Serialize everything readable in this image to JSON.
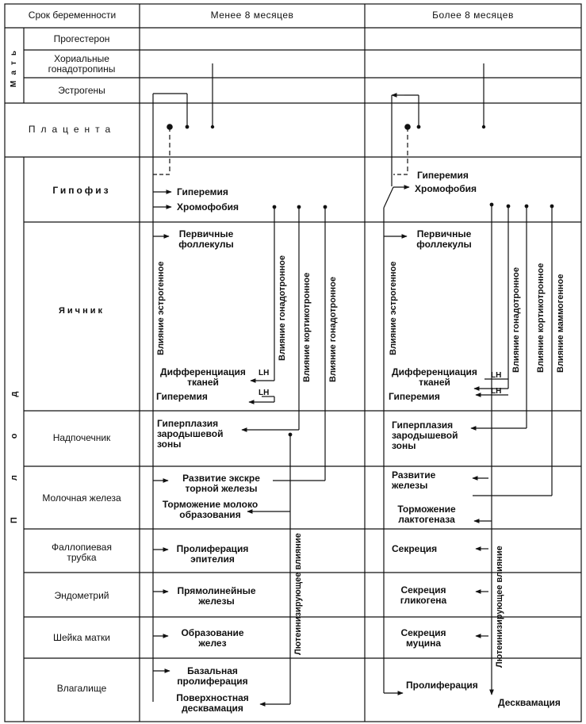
{
  "header": {
    "col_period": "Срок беременности",
    "col_less": "Менее 8 месяцев",
    "col_more": "Более 8 месяцев"
  },
  "groups": {
    "mother": "Мать",
    "fetus": "Плод"
  },
  "rows": {
    "progesterone": "Прогестерон",
    "chorionic_1": "Хориальные",
    "chorionic_2": "гонадотропины",
    "estrogens": "Эстрогены",
    "placenta": "Плацента",
    "pituitary": "Гипофиз",
    "ovary": "Яичник",
    "adrenal": "Надпочечник",
    "mammary": "Молочная железа",
    "tube_1": "Фаллопиевая",
    "tube_2": "трубка",
    "endometrium": "Эндометрий",
    "cervix": "Шейка матки",
    "vagina": "Влагалище"
  },
  "left": {
    "hyperemia": "Гиперемия",
    "chromophobia": "Хромофобия",
    "follicles_1": "Первичные",
    "follicles_2": "фоллекулы",
    "diff_1": "Дифференциация",
    "diff_2": "тканей",
    "hyperemia2": "Гиперемия",
    "hyperplasia_1": "Гиперплазия",
    "hyperplasia_2": "зародышевой",
    "hyperplasia_3": "зоны",
    "exo_1": "Развитие экскре",
    "exo_2": "торной железы",
    "milk_1": "Торможение молоко",
    "milk_2": "образования",
    "prolif_1": "Пролиферация",
    "prolif_2": "эпителия",
    "straight_1": "Прямолинейные",
    "straight_2": "железы",
    "glands_1": "Образование",
    "glands_2": "желез",
    "basal_1": "Базальная",
    "basal_2": "пролиферация",
    "surface_1": "Поверхностная",
    "surface_2": "десквамация",
    "lh_1": "LH",
    "lh_2": "LH",
    "v_estrogen": "Влияние эстрогенное",
    "v_gonad": "Влияние гонадотронное",
    "v_cortico": "Влияние кортикотронное",
    "v_gonad2": "Влияние гонадотронное",
    "v_lutein": "Лютеинизирующее влияние"
  },
  "right": {
    "hyperemia": "Гиперемия",
    "chromophobia": "Хромофобия",
    "follicles_1": "Первичные",
    "follicles_2": "фоллекулы",
    "diff_1": "Дифференциация",
    "diff_2": "тканей",
    "hyperemia2": "Гиперемия",
    "hyperplasia_1": "Гиперплазия",
    "hyperplasia_2": "зародышевой",
    "hyperplasia_3": "зоны",
    "gland_1": "Развитие",
    "gland_2": "железы",
    "lact_1": "Торможение",
    "lact_2": "лактогеназа",
    "secretion": "Секреция",
    "glyco_1": "Секреция",
    "glyco_2": "гликогена",
    "mucin_1": "Секреция",
    "mucin_2": "муцина",
    "prolif": "Пролиферация",
    "desq": "Десквамация",
    "lh_1": "LH",
    "lh_2": "LH",
    "v_estrogen": "Влияние эстрогенное",
    "v_gonad": "Влияние гонадотронное",
    "v_cortico": "Влияние кортикотронное",
    "v_mammo": "Влияние маммогенное",
    "v_lutein": "Лютеинизирующее влияние"
  }
}
